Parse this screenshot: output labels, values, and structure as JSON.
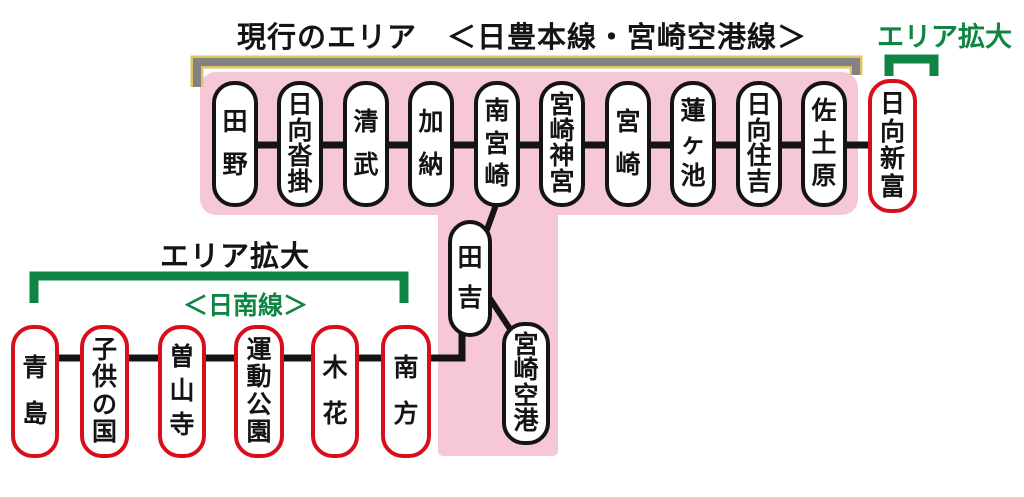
{
  "colors": {
    "pink_area": "#f6c7d8",
    "expansion_red": "#d60f1a",
    "expansion_green": "#108442",
    "bracket_gray": "#828282",
    "bracket_yellow_edge": "#ddc464",
    "line_black": "#141414"
  },
  "header": {
    "current_area_label": "現行のエリア",
    "current_lines_label": "＜日豊本線・宮崎空港線＞",
    "expansion_label_right": "エリア拡大"
  },
  "nichinan_header": {
    "expansion_label": "エリア拡大",
    "line_label": "＜日南線＞"
  },
  "main_line": {
    "stations": [
      {
        "name": "田野",
        "status": "current"
      },
      {
        "name": "日向沓掛",
        "status": "current"
      },
      {
        "name": "清武",
        "status": "current"
      },
      {
        "name": "加納",
        "status": "current"
      },
      {
        "name": "南宮崎",
        "status": "current"
      },
      {
        "name": "宮崎神宮",
        "status": "current"
      },
      {
        "name": "宮崎",
        "status": "current"
      },
      {
        "name": "蓮ヶ池",
        "status": "current"
      },
      {
        "name": "日向住吉",
        "status": "current"
      },
      {
        "name": "佐土原",
        "status": "current"
      },
      {
        "name": "日向新富",
        "status": "expansion"
      }
    ]
  },
  "branch_line": {
    "stations": [
      {
        "name": "田吉",
        "status": "current"
      },
      {
        "name": "宮崎空港",
        "status": "current"
      }
    ]
  },
  "nichinan_line": {
    "stations": [
      {
        "name": "青島",
        "status": "expansion"
      },
      {
        "name": "子供の国",
        "status": "expansion"
      },
      {
        "name": "曽山寺",
        "status": "expansion"
      },
      {
        "name": "運動公園",
        "status": "expansion"
      },
      {
        "name": "木花",
        "status": "expansion"
      },
      {
        "name": "南方",
        "status": "expansion"
      }
    ]
  }
}
